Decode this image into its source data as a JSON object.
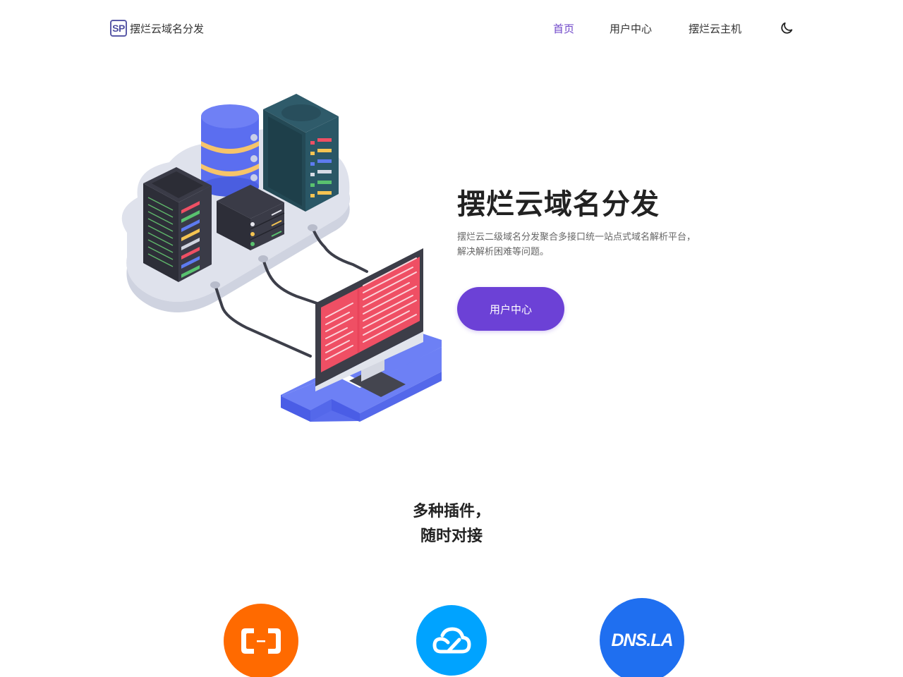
{
  "header": {
    "logo_text": "SP",
    "brand_name": "摆烂云域名分发",
    "nav": [
      {
        "label": "首页",
        "active": true
      },
      {
        "label": "用户中心",
        "active": false
      },
      {
        "label": "摆烂云主机",
        "active": false
      }
    ],
    "theme_toggle_icon": "moon-icon",
    "accent_color": "#6e45c9"
  },
  "hero": {
    "illustration": "isometric-cloud-servers-illustration",
    "title": "摆烂云域名分发",
    "description": "摆烂云二级域名分发聚合多接口统一站点式域名解析平台，解决解析困难等问题。",
    "button_label": "用户中心",
    "button_color": "#6c41d6"
  },
  "plugins_section": {
    "title_line1": "多种插件，",
    "title_line2": "随时对接",
    "plugins": [
      {
        "name": "aliyun",
        "icon": "aliyun-logo-icon",
        "color": "#ff6a00"
      },
      {
        "name": "tencent-cloud",
        "icon": "tencent-cloud-logo-icon",
        "color": "#00a3ff"
      },
      {
        "name": "dnsla",
        "label": "DNS.LA",
        "icon": "dnsla-logo-icon",
        "color": "#1f6ff0"
      }
    ]
  }
}
